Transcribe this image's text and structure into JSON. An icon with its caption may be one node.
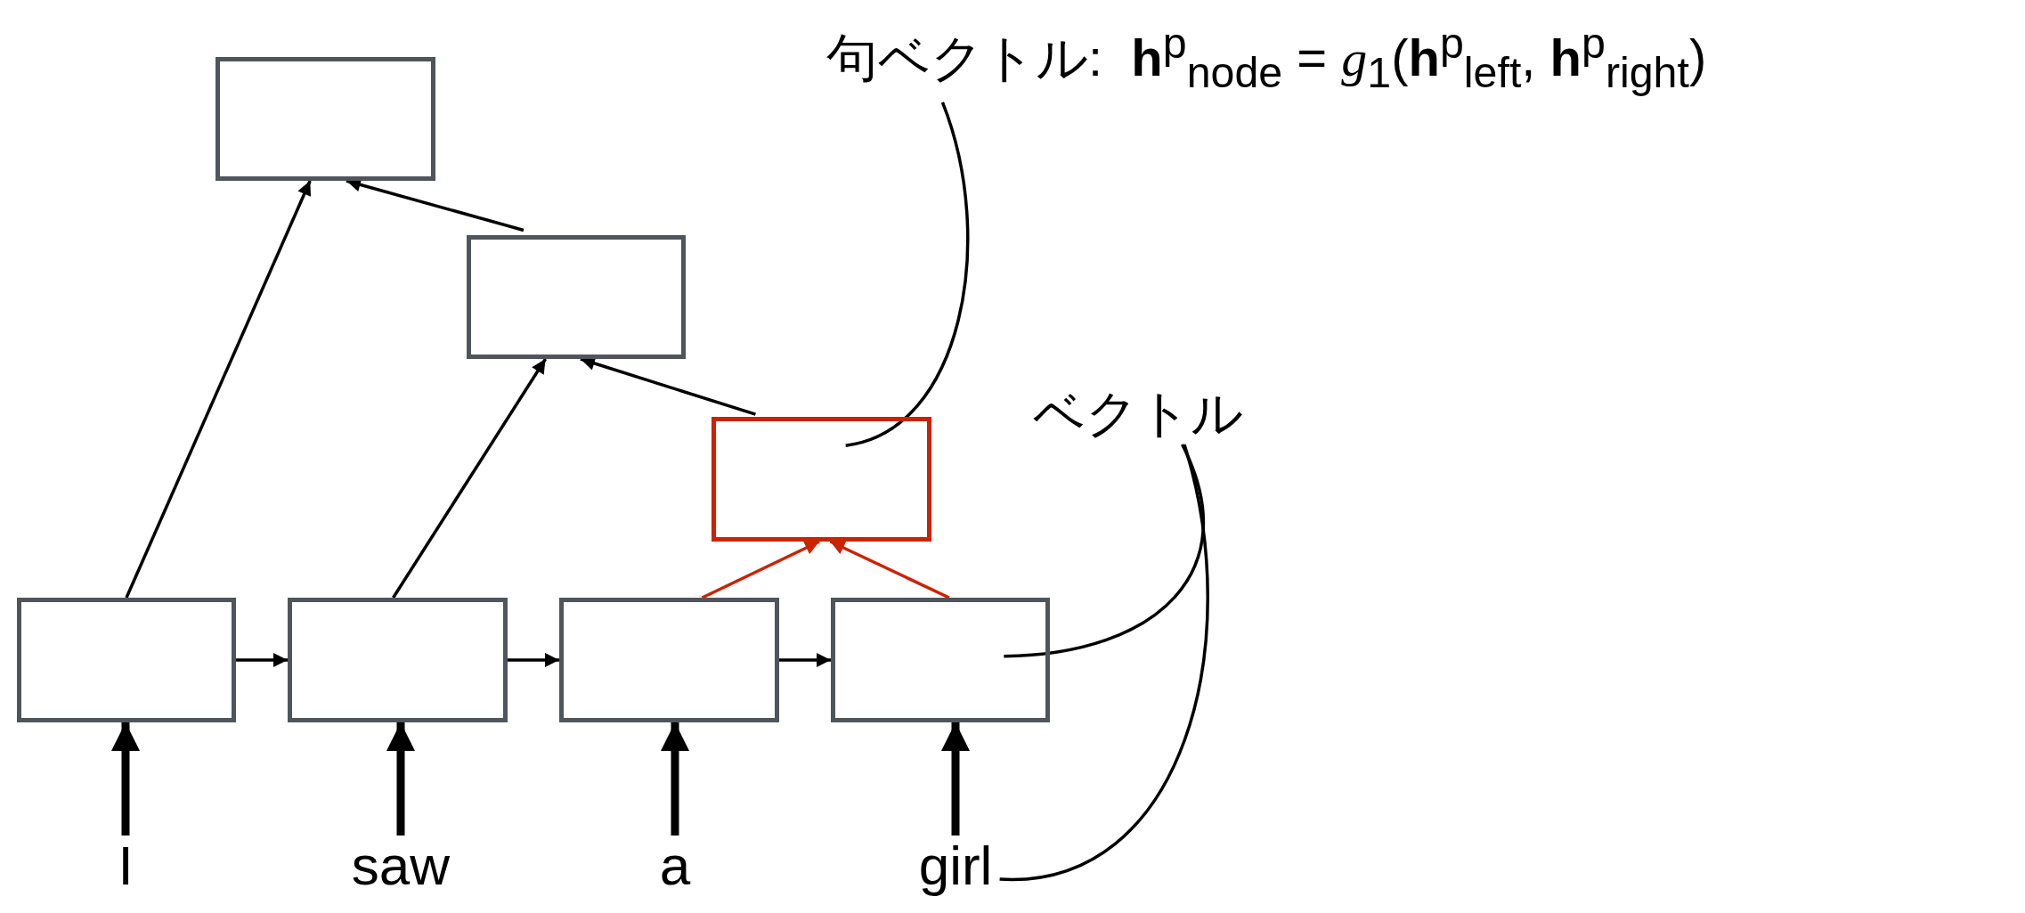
{
  "diagram": {
    "nodes": [
      {
        "text": [
          "句ベクトル:  **h**$^{p}$$_{node}$ = *g*$_{1}$(**h**$^{p}$$_{left}$, **h**$^{p}$$_{right}$)"
        ]
      },
      {
        "text": [],
        "shape": "box"
      },
      {
        "text": [],
        "shape": "box"
      },
      {
        "text": [],
        "shape": "box"
      },
      {
        "text": [
          "ベクトル"
        ]
      },
      {
        "text": [],
        "shape": "box"
      },
      {
        "text": [],
        "shape": "box"
      },
      {
        "text": [],
        "shape": "box"
      },
      {
        "text": [],
        "shape": "box"
      },
      {
        "text": [
          "I"
        ]
      },
      {
        "text": [
          "saw"
        ]
      },
      {
        "text": [
          "a"
        ]
      },
      {
        "text": [
          "girl"
        ]
      }
    ],
    "edges": [
      {
        "from": 5,
        "to": 1,
        "arrow": "to"
      },
      {
        "from": 2,
        "to": 1,
        "arrow": "to"
      },
      {
        "from": 6,
        "to": 2,
        "arrow": "to"
      },
      {
        "from": 3,
        "to": 2,
        "arrow": "to"
      },
      {
        "from": 7,
        "to": 3,
        "arrow": "to",
        "color": "#cc2200"
      },
      {
        "from": 8,
        "to": 3,
        "arrow": "to",
        "color": "#cc2200"
      },
      {
        "from": 5,
        "to": 6,
        "arrow": "to"
      },
      {
        "from": 6,
        "to": 7,
        "arrow": "to"
      },
      {
        "from": 7,
        "to": 8,
        "arrow": "to"
      },
      {
        "from": 9,
        "to": 5,
        "arrow": "to",
        "style": "thick"
      },
      {
        "from": 10,
        "to": 6,
        "arrow": "to",
        "style": "thick"
      },
      {
        "from": 11,
        "to": 7,
        "arrow": "to",
        "style": "thick"
      },
      {
        "from": 12,
        "to": 8,
        "arrow": "to",
        "style": "thick"
      },
      {
        "from": 0,
        "to": 3,
        "arrow": "none"
      },
      {
        "from": 4,
        "to": 8,
        "arrow": "none"
      },
      {
        "from": 4,
        "to": 12,
        "arrow": "none"
      }
    ]
  }
}
